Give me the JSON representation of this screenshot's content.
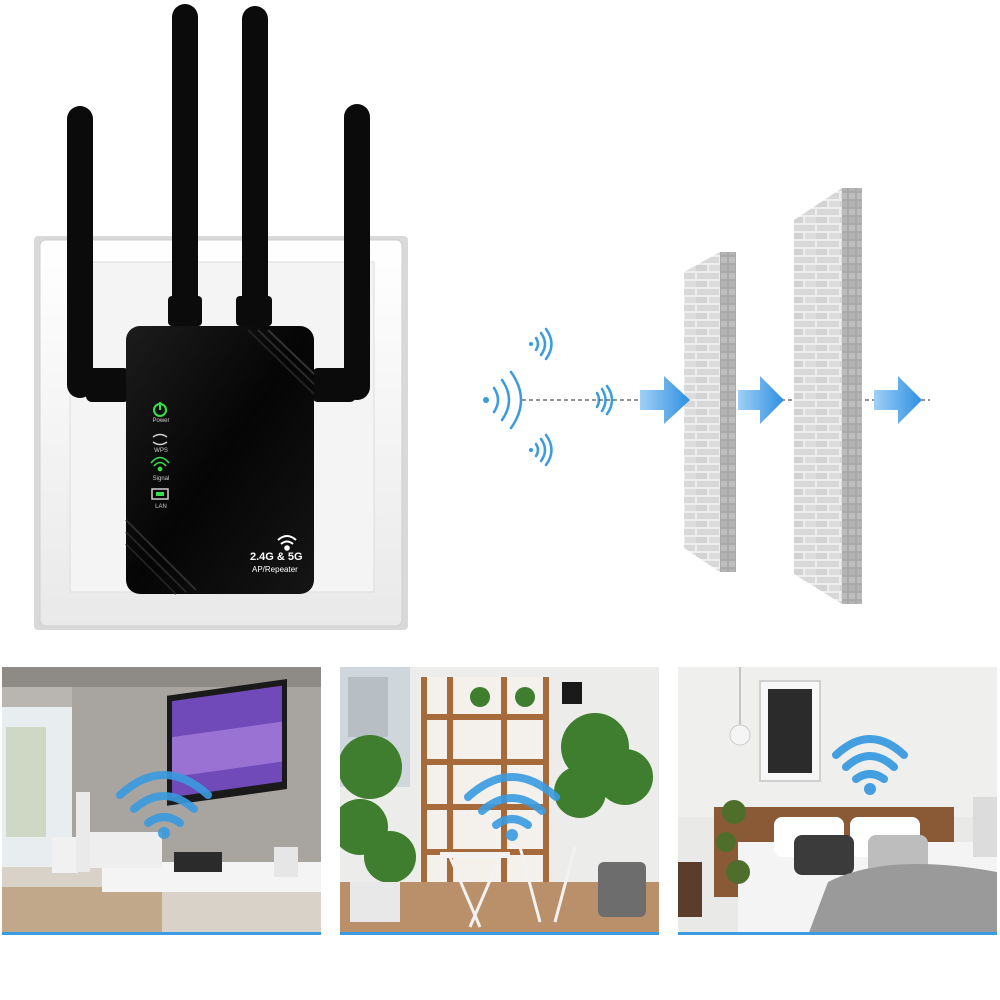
{
  "device": {
    "indicators": [
      {
        "label": "Power"
      },
      {
        "label": "WPS"
      },
      {
        "label": "Signal"
      },
      {
        "label": "LAN"
      }
    ],
    "band_label": "2.4G & 5G",
    "mode_label": "AP/Repeater"
  },
  "colors": {
    "accent_blue": "#3a9be0",
    "led_green": "#35e04a",
    "device_black": "#0c0c0c",
    "brick_gray": "#c9c9c9"
  },
  "icons": [
    "wifi-icon",
    "signal-wave-icon",
    "arrow-right-icon",
    "brick-wall-icon"
  ],
  "scenes": [
    {
      "name": "living-room-scene"
    },
    {
      "name": "balcony-scene"
    },
    {
      "name": "bedroom-scene"
    }
  ]
}
